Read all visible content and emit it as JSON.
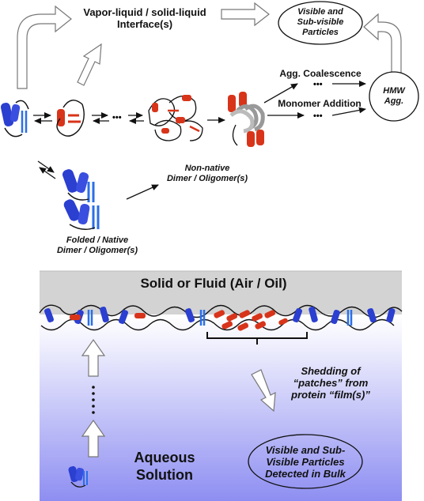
{
  "top": {
    "interface_line1": "Vapor-liquid / solid-liquid",
    "interface_line2": "Interface(s)",
    "visible_line1": "Visible and",
    "visible_line2": "Sub-visible",
    "visible_line3": "Particles",
    "agg_coalescence": "Agg. Coalescence",
    "monomer_addition": "Monomer Addition",
    "hmw_line1": "HMW",
    "hmw_line2": "Agg.",
    "ellipsis": "•••",
    "nonnative_line1": "Non-native",
    "nonnative_line2": "Dimer / Oligomer(s)",
    "native_line1": "Folded / Native",
    "native_line2": "Dimer / Oligomer(s)"
  },
  "bottom": {
    "phase_label": "Solid or Fluid (Air / Oil)",
    "shedding_line1": "Shedding of",
    "shedding_line2": "“patches” from",
    "shedding_line3": "protein “film(s)”",
    "detected_line1": "Visible and Sub-",
    "detected_line2": "Visible Particles",
    "detected_line3": "Detected in Bulk",
    "aqueous_line1": "Aqueous",
    "aqueous_line2": "Solution"
  },
  "colors": {
    "helix_blue": "#2b3fd0",
    "strand_red": "#d8341a",
    "gray_panel": "#d3d3d3",
    "gradient_bottom": "#8e8ef2"
  }
}
